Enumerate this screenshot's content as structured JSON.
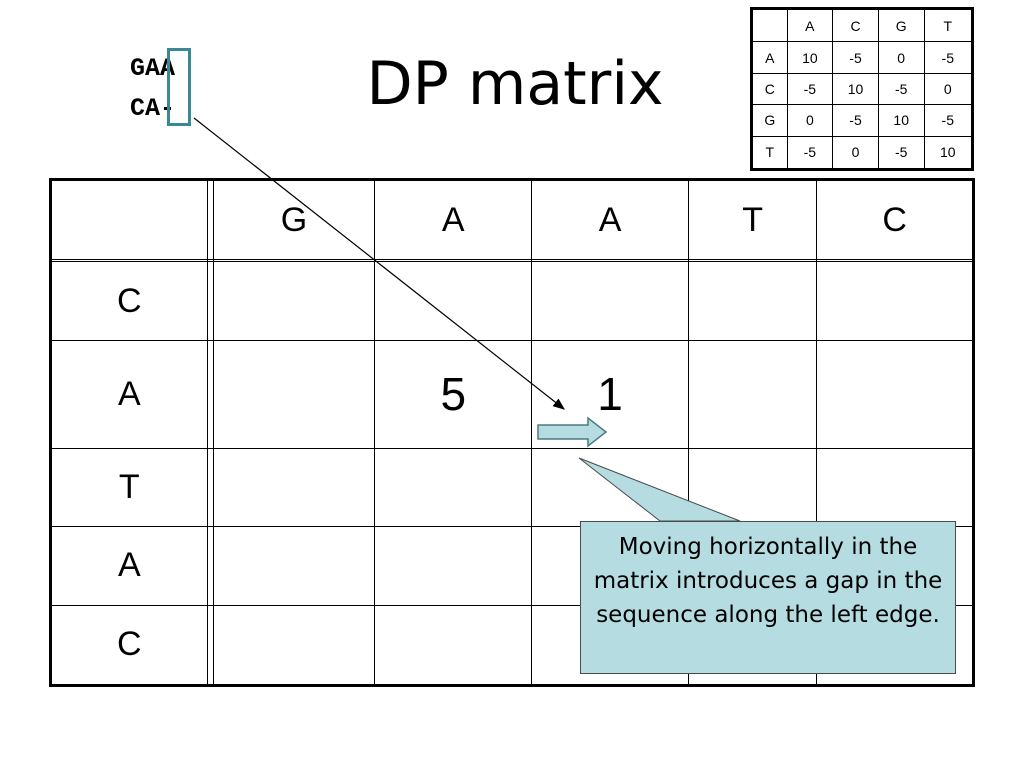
{
  "slide": {
    "title": "DP matrix",
    "alignment": {
      "top": "GAA",
      "bottom": "CA-"
    },
    "callout": "Moving horizontally in the matrix introduces a gap in the sequence along the left edge."
  },
  "score_matrix": {
    "header": [
      "",
      "A",
      "C",
      "G",
      "T"
    ],
    "rows": [
      [
        "A",
        "10",
        "-5",
        "0",
        "-5"
      ],
      [
        "C",
        "-5",
        "10",
        "-5",
        "0"
      ],
      [
        "G",
        "0",
        "-5",
        "10",
        "-5"
      ],
      [
        "T",
        "-5",
        "0",
        "-5",
        "10"
      ]
    ]
  },
  "dp_matrix": {
    "header": [
      "",
      "",
      "G",
      "A",
      "A",
      "T",
      "C"
    ],
    "rows": [
      [
        "",
        "",
        "",
        "",
        "",
        "",
        ""
      ],
      [
        "C",
        "",
        "",
        "",
        "",
        "",
        ""
      ],
      [
        "A",
        "",
        "",
        "5",
        "1",
        "",
        ""
      ],
      [
        "T",
        "",
        "",
        "",
        "",
        "",
        ""
      ],
      [
        "A",
        "",
        "",
        "",
        "",
        "",
        ""
      ],
      [
        "C",
        "",
        "",
        "",
        "",
        "",
        ""
      ]
    ]
  },
  "colors": {
    "highlight_box": "#3a8896",
    "callout_fill": "#b5dde1",
    "arrow_fill": "#b5dde1"
  }
}
